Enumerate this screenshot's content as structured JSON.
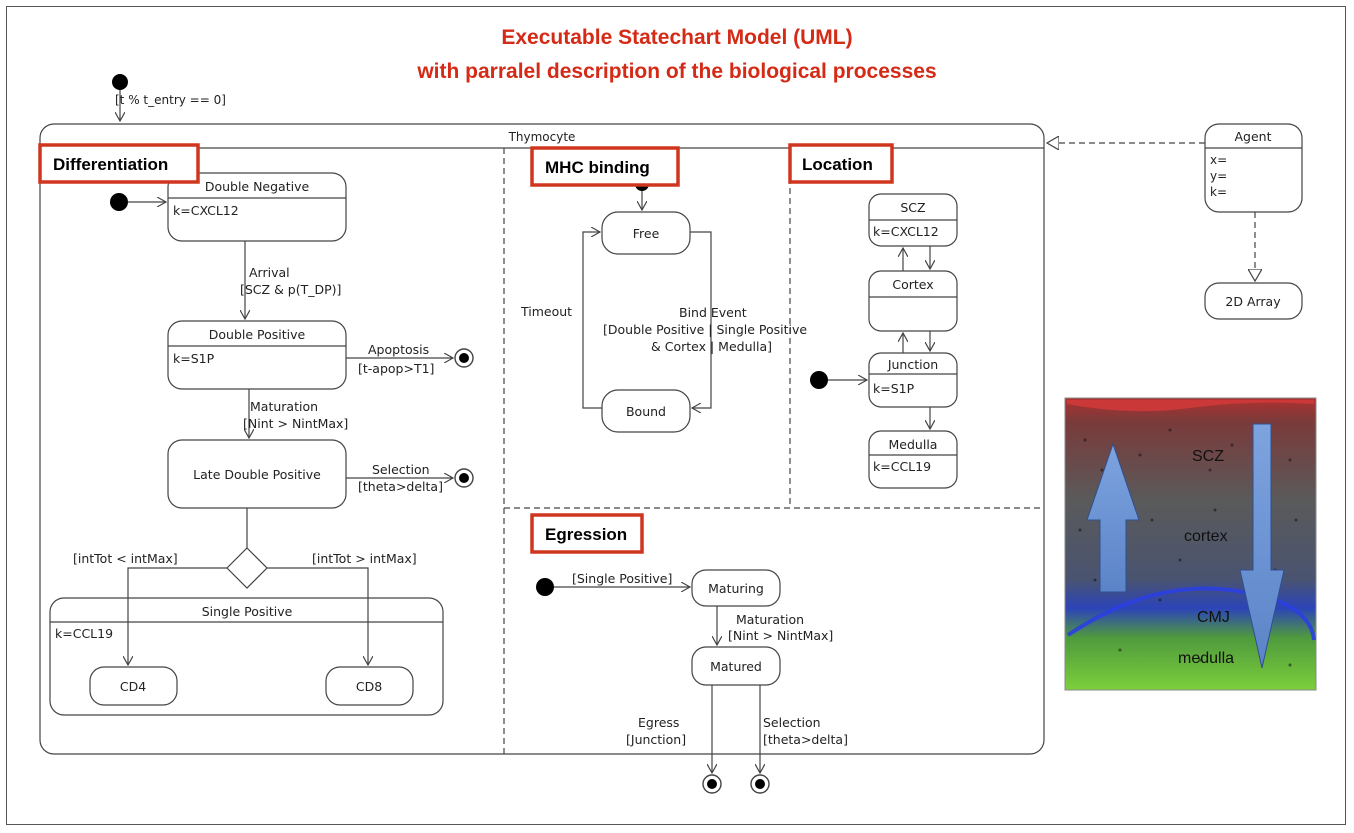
{
  "title": {
    "line1": "Executable Statechart Model (UML)",
    "line2": "with parralel description of the biological processes"
  },
  "entry_guard": "[t % t_entry == 0]",
  "thymocyte": {
    "name": "Thymocyte"
  },
  "regions": {
    "differentiation": "Differentiation",
    "mhc": "MHC binding",
    "location": "Location",
    "egression": "Egression"
  },
  "differentiation": {
    "double_negative": {
      "name": "Double Negative",
      "attr": "k=CXCL12"
    },
    "arrival": {
      "event": "Arrival",
      "guard": "[SCZ & p(T_DP)]"
    },
    "double_positive": {
      "name": "Double Positive",
      "attr": "k=S1P"
    },
    "apoptosis": {
      "event": "Apoptosis",
      "guard": "[t-apop>T1]"
    },
    "maturation": {
      "event": "Maturation",
      "guard": "[Nint > NintMax]"
    },
    "late_dp": {
      "name": "Late Double Positive"
    },
    "selection": {
      "event": "Selection",
      "guard": "[theta>delta]"
    },
    "guard_left": "[intTot < intMax]",
    "guard_right": "[intTot > intMax]",
    "single_positive": {
      "name": "Single Positive",
      "attr": "k=CCL19"
    },
    "cd4": "CD4",
    "cd8": "CD8"
  },
  "mhc": {
    "free": "Free",
    "bound": "Bound",
    "timeout": "Timeout",
    "bind_event": [
      "Bind Event",
      "[Double Positive | Single Positive",
      "& Cortex | Medulla]"
    ]
  },
  "location": {
    "scz": {
      "name": "SCZ",
      "attr": "k=CXCL12"
    },
    "cortex": {
      "name": "Cortex"
    },
    "junction": {
      "name": "Junction",
      "attr": "k=S1P"
    },
    "medulla": {
      "name": "Medulla",
      "attr": "k=CCL19"
    }
  },
  "egression": {
    "entry_guard": "[Single Positive]",
    "maturing": "Maturing",
    "maturation": {
      "event": "Maturation",
      "guard": "[Nint > NintMax]"
    },
    "matured": "Matured",
    "egress": {
      "event": "Egress",
      "guard": "[Junction]"
    },
    "selection": {
      "event": "Selection",
      "guard": "[theta>delta]"
    }
  },
  "agent": {
    "name": "Agent",
    "attrs": [
      "x=",
      "y=",
      "k="
    ]
  },
  "array": "2D Array",
  "tissue": {
    "scz": "SCZ",
    "cortex": "cortex",
    "cmj": "CMJ",
    "medulla": "medulla"
  },
  "colors": {
    "title": "#d42a16",
    "tag_border": "#d0361f"
  }
}
